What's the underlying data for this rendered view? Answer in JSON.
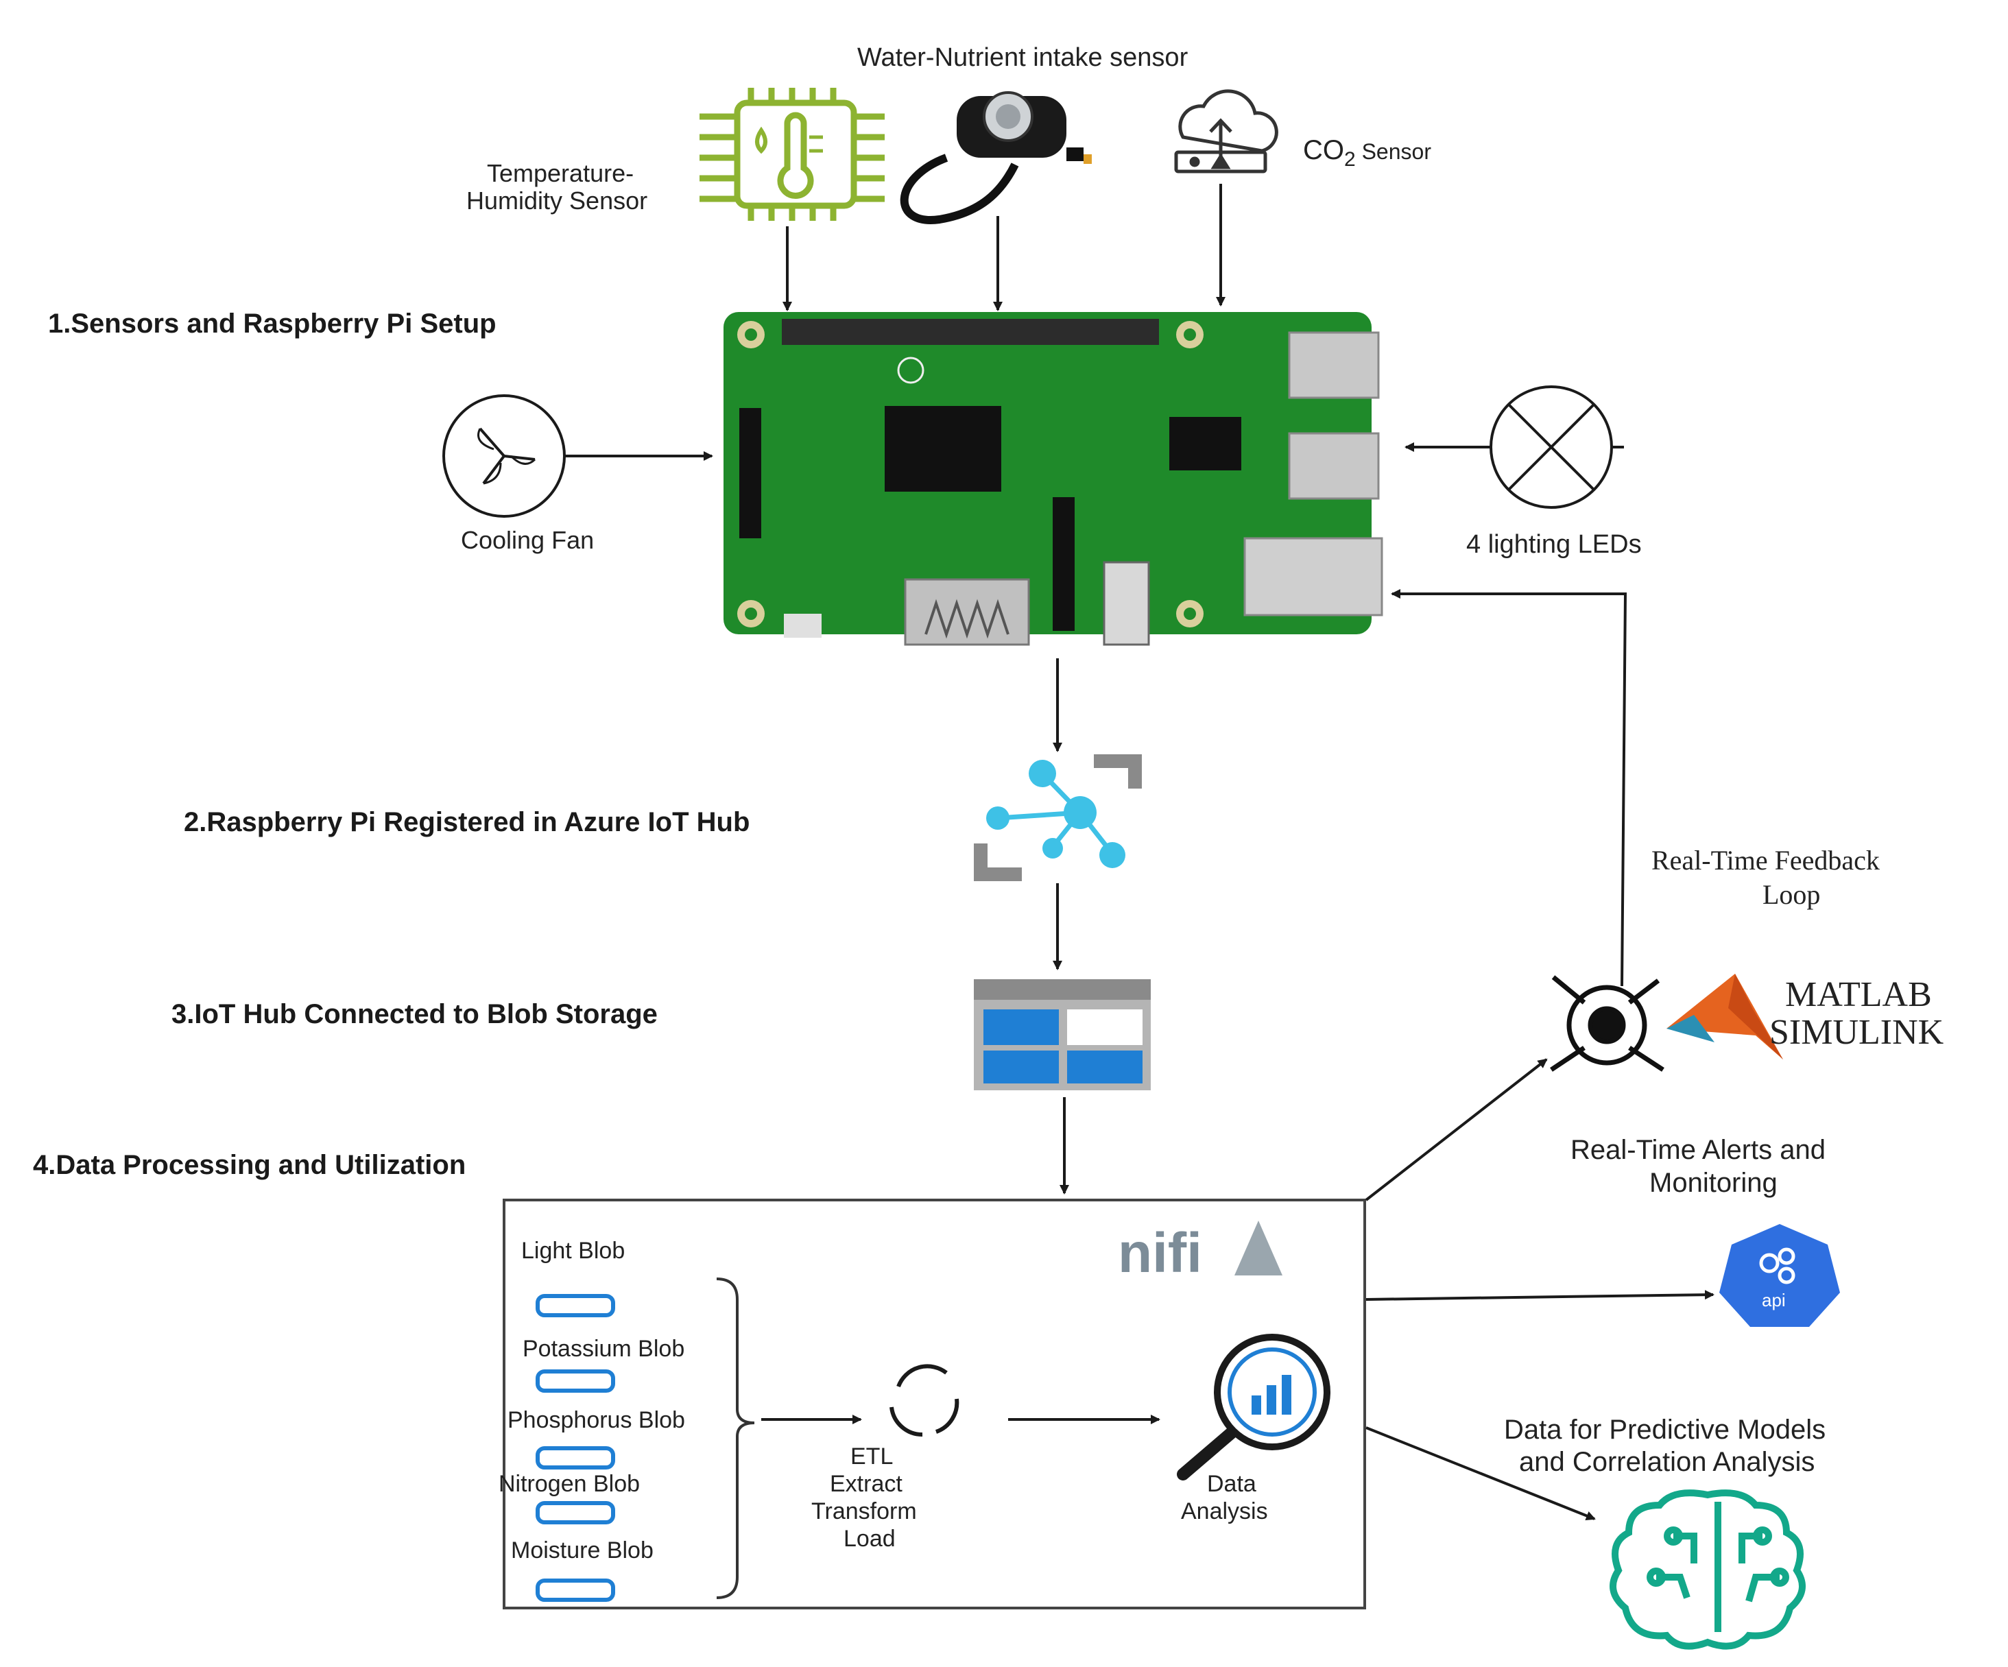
{
  "steps": {
    "s1": "1.Sensors and Raspberry Pi Setup",
    "s2": "2.Raspberry Pi Registered in Azure IoT Hub",
    "s3": "3.IoT Hub Connected to Blob Storage",
    "s4": "4.Data Processing and Utilization"
  },
  "sensors": {
    "water_nutrient": "Water-Nutrient intake sensor",
    "temp_humidity_line1": "Temperature-",
    "temp_humidity_line2": "Humidity Sensor",
    "co2_main": "CO",
    "co2_sub": "2",
    "co2_rest": " Sensor"
  },
  "devices": {
    "cooling_fan": "Cooling Fan",
    "lighting_leds": "4 lighting LEDs"
  },
  "processing": {
    "blobs": [
      "Light Blob",
      "Potassium Blob",
      "Phosphorus Blob",
      "Nitrogen Blob",
      "Moisture Blob"
    ],
    "etl_line1": "ETL",
    "etl_line2": "Extract",
    "etl_line3": "Transform",
    "etl_line4": "Load",
    "analysis_line1": "Data",
    "analysis_line2": "Analysis",
    "nifi_logo": "nifi"
  },
  "outputs": {
    "feedback_line1": "Real-Time Feedback",
    "feedback_line2": "Loop",
    "matlab": "MATLAB",
    "simulink": "SIMULINK",
    "alerts_line1": "Real-Time Alerts and",
    "alerts_line2": "Monitoring",
    "api_label": "api",
    "predictive_line1": "Data for Predictive Models",
    "predictive_line2": "and Correlation Analysis"
  },
  "colors": {
    "pi_board": "#1f8a2a",
    "sensor_green": "#8db331",
    "azure_blue": "#3ec1e6",
    "blob_blue": "#1f7fd4",
    "api_blue": "#2f6fe0",
    "ml_teal": "#13a88a",
    "nifi_gray": "#7c8c98"
  }
}
